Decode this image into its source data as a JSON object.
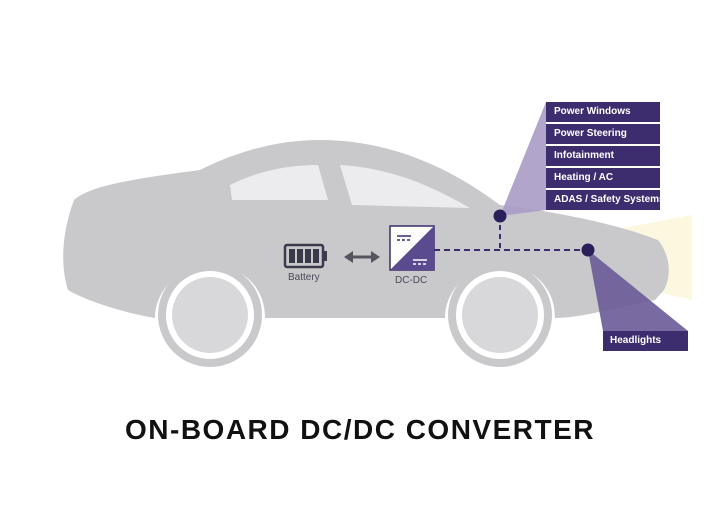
{
  "title": "ON-BOARD DC/DC CONVERTER",
  "battery_label": "Battery",
  "converter_label": "DC-DC",
  "loads": [
    "Power Windows",
    "Power Steering",
    "Infotainment",
    "Heating / AC",
    "ADAS / Safety Systems"
  ],
  "headlights_label": "Headlights",
  "colors": {
    "car_body": "#c9c9cc",
    "accent": "#3d2c6e",
    "beam": "#fbf6d8"
  }
}
